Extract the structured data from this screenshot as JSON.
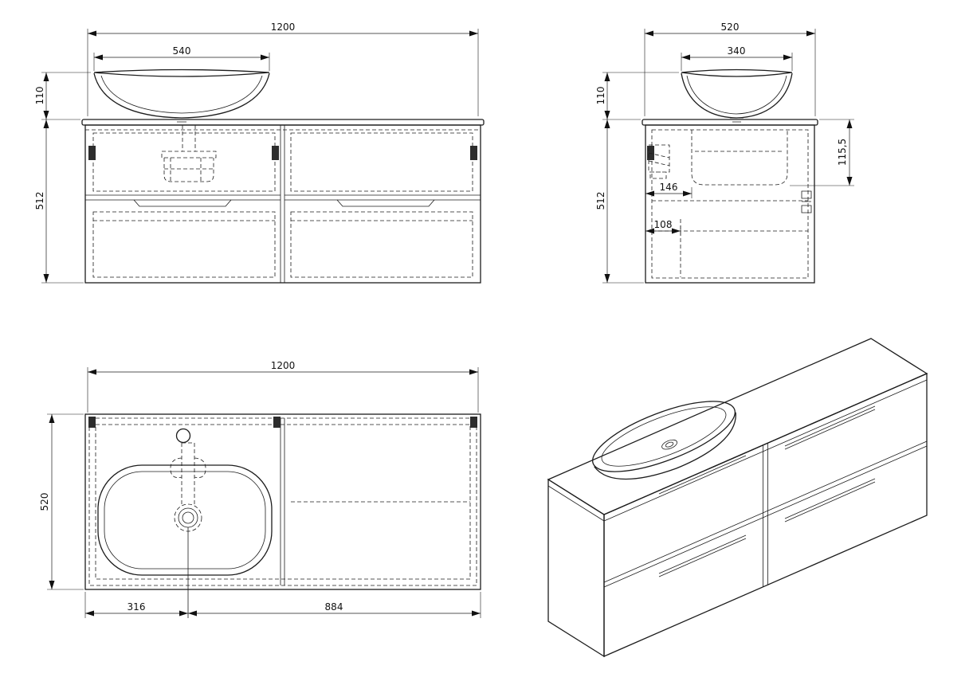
{
  "drawing": {
    "front_view": {
      "width": "1200",
      "basin_width": "540",
      "basin_height": "110",
      "height": "512"
    },
    "side_view": {
      "depth": "520",
      "basin_depth": "340",
      "basin_height": "110",
      "height": "512",
      "basin_inset_depth": "115,5",
      "basin_front_offset": "146",
      "drawer_front_offset": "108"
    },
    "plan_view": {
      "width": "1200",
      "depth": "520",
      "drain_from_left": "316",
      "drain_to_right": "884"
    }
  }
}
